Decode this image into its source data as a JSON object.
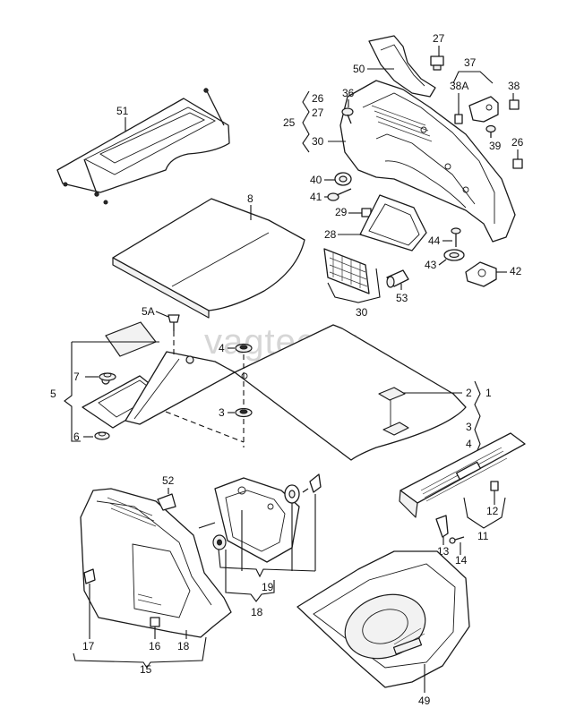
{
  "watermark": "vagtec.ru",
  "callouts": {
    "c1": "1",
    "c2": "2",
    "c3a": "3",
    "c3b": "3",
    "c4a": "4",
    "c4b": "4",
    "c5": "5",
    "c5A": "5A",
    "c6": "6",
    "c7": "7",
    "c8": "8",
    "c11": "11",
    "c12": "12",
    "c13": "13",
    "c14": "14",
    "c15": "15",
    "c16": "16",
    "c17": "17",
    "c18a": "18",
    "c18b": "18",
    "c19": "19",
    "c25": "25",
    "c26a": "26",
    "c26b": "26",
    "c27a": "27",
    "c27b": "27",
    "c28": "28",
    "c29": "29",
    "c30a": "30",
    "c30b": "30",
    "c36": "36",
    "c37": "37",
    "c38": "38",
    "c38A": "38A",
    "c39": "39",
    "c40": "40",
    "c41": "41",
    "c42": "42",
    "c43": "43",
    "c44": "44",
    "c49": "49",
    "c50": "50",
    "c51": "51",
    "c52": "52",
    "c53": "53"
  }
}
